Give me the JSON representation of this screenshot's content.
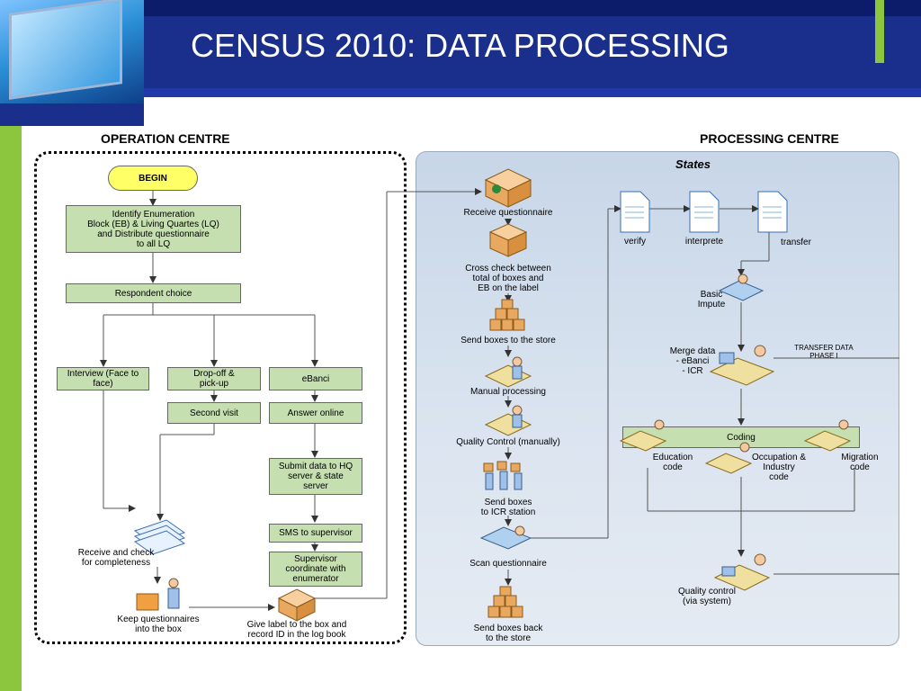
{
  "title": "CENSUS 2010: DATA PROCESSING",
  "operation_centre": {
    "heading": "OPERATION CENTRE",
    "begin": "BEGIN",
    "identify": [
      "Identify Enumeration",
      "Block (EB) & Living Quartes (LQ)",
      "and Distribute questionnaire",
      "to all LQ"
    ],
    "respondent_choice": "Respondent choice",
    "interview": [
      "Interview (Face to",
      "face)"
    ],
    "dropoff": [
      "Drop-off &",
      "pick-up"
    ],
    "ebanci": "eBanci",
    "second_visit": "Second visit",
    "answer_online": "Answer online",
    "submit": [
      "Submit data to HQ",
      "server & state",
      "server"
    ],
    "sms": "SMS to supervisor",
    "supervisor": [
      "Supervisor",
      "coordinate with",
      "enumerator"
    ],
    "receive_check": [
      "Receive and check",
      "for completeness"
    ],
    "keep": [
      "Keep questionnaires",
      "into the box"
    ],
    "give_label": [
      "Give label to the box and",
      "record ID in the log book"
    ]
  },
  "processing_centre": {
    "heading": "PROCESSING CENTRE",
    "states": "States",
    "receive_q": "Receive questionnaire",
    "cross_check": [
      "Cross check between",
      "total of boxes and",
      "EB on the label"
    ],
    "send_boxes": "Send boxes to the store",
    "manual": "Manual processing",
    "qc_manual": "Quality Control (manually)",
    "send_icr": [
      "Send boxes",
      "to ICR station"
    ],
    "scan": "Scan questionnaire",
    "send_back": [
      "Send boxes back",
      "to the store"
    ],
    "verify": "verify",
    "interprete": "interprete",
    "transfer": "transfer",
    "basic_impute": [
      "Basic",
      "Impute"
    ],
    "merge": [
      "Merge data",
      "- eBanci",
      "- ICR"
    ],
    "transfer_phase": [
      "TRANSFER DATA",
      "PHASE I"
    ],
    "coding": "Coding",
    "education": [
      "Education",
      "code"
    ],
    "occupation": [
      "Occupation &",
      "Industry",
      "code"
    ],
    "migration": [
      "Migration",
      "code"
    ],
    "qc_system": [
      "Quality control",
      "(via system)"
    ]
  },
  "colors": {
    "navy": "#1a2f8c",
    "green": "#8cc63f",
    "box_green": "#c6dfb0",
    "begin_yellow": "#ffff66"
  }
}
